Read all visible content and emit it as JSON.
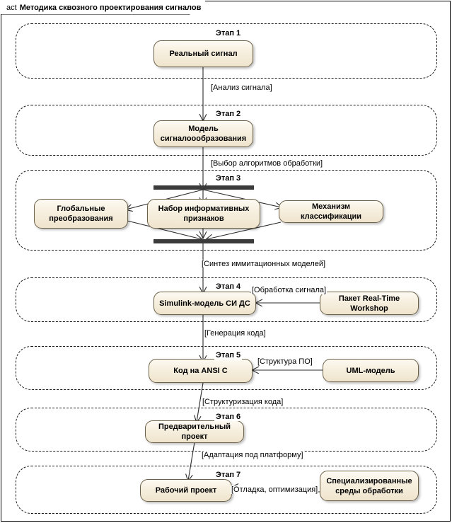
{
  "frame": {
    "kind": "act",
    "title": "Методика сквозного проектирования сигналов"
  },
  "colors": {
    "node_fill_top": "#fdfaf2",
    "node_fill_bottom": "#efe4cd",
    "node_border": "#6b6048",
    "partition_border": "#1a1a1a",
    "bar_fill": "#3b3b3b",
    "frame_border": "#000000",
    "background": "#ffffff"
  },
  "partitions": [
    {
      "label": "Этап 1"
    },
    {
      "label": "Этап 2"
    },
    {
      "label": "Этап 3"
    },
    {
      "label": "Этап 4"
    },
    {
      "label": "Этап 5"
    },
    {
      "label": "Этап 6"
    },
    {
      "label": "Этап 7"
    }
  ],
  "nodes": {
    "real_signal": "Реальный сигнал",
    "signal_model_line1": "Модель",
    "signal_model_line2": "сигналоообразования",
    "global_transforms_line1": "Глобальные",
    "global_transforms_line2": "преобразования",
    "feature_set_line1": "Набор информативных",
    "feature_set_line2": "признаков",
    "classification_mech": "Механизм классификации",
    "simulink_model": "Simulink-модель СИ ДС",
    "rtw_package": "Пакет Real-Time Workshop",
    "ansi_c_code": "Код на ANSI C",
    "uml_model": "UML-модель",
    "preliminary_project": "Предварительный проект",
    "working_project": "Рабочий проект",
    "specialized_env_line1": "Специализированные",
    "specialized_env_line2": "среды обработки"
  },
  "flows": {
    "signal_analysis": "[Анализ сигнала]",
    "algorithm_choice": "[Выбор алгоритмов обработки]",
    "model_synthesis": "[Синтез иммитационных моделей]",
    "signal_processing": "[Обработка сигнала]",
    "code_generation": "[Генерация кода]",
    "software_structure": "[Структура ПО]",
    "code_structuring": "[Структуризация кода]",
    "platform_adaptation": "[Адаптация под платформу]",
    "debug_optimize": "[Отладка, оптимизация]"
  }
}
